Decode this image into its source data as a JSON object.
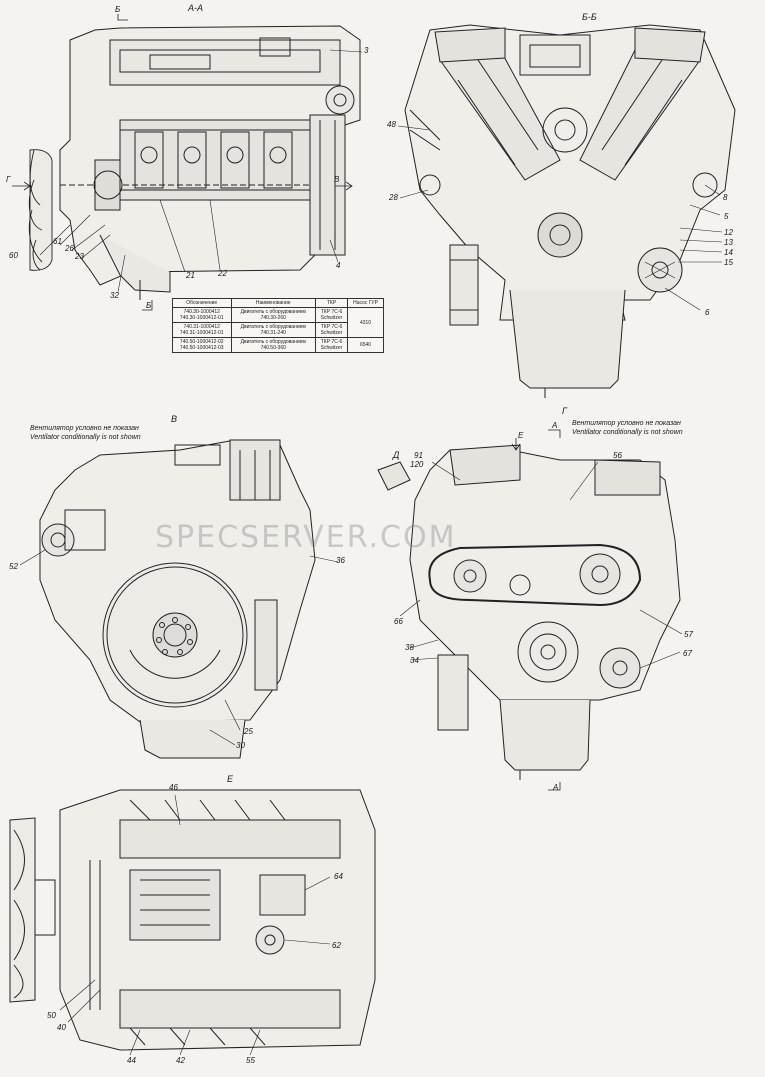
{
  "views": {
    "aa": {
      "title": "А-А"
    },
    "bb": {
      "title": "Б-Б"
    },
    "v": {
      "title": "В"
    },
    "g": {
      "title": "Г"
    },
    "e": {
      "title": "Е"
    },
    "d": {
      "title": "Д"
    }
  },
  "section_marks": {
    "b_top": "Б",
    "b_bottom": "Б",
    "g_left": "Г",
    "v_right": "В",
    "e_arrow": "Е",
    "a_top": "А",
    "a_bottom": "А"
  },
  "notes": {
    "fan_note_ru": "Вентилятор условно не показан",
    "fan_note_en": "Ventilator conditionally is not shown"
  },
  "callouts": {
    "c3": "3",
    "c60": "60",
    "c61": "61",
    "c26": "26",
    "c23": "23",
    "c32": "32",
    "c21": "21",
    "c22": "22",
    "c4": "4",
    "c48": "48",
    "c28": "28",
    "c8": "8",
    "c5": "5",
    "c12": "12",
    "c13": "13",
    "c14": "14",
    "c15": "15",
    "c6": "6",
    "c52": "52",
    "c36": "36",
    "c25": "25",
    "c30": "30",
    "c91": "91",
    "c120": "120",
    "c56": "56",
    "c66": "66",
    "c38": "38",
    "c34": "34",
    "c57": "57",
    "c67": "67",
    "c46": "46",
    "c64": "64",
    "c62": "62",
    "c50": "50",
    "c40": "40",
    "c44": "44",
    "c42": "42",
    "c55": "55"
  },
  "table": {
    "headers": [
      "Обозначение",
      "Наименование",
      "ТКР",
      "Насос ГУР"
    ],
    "rows": [
      [
        "740.30-1000412\n740.30-1000412-01",
        "Двигатель с оборудованием\n740.30-260",
        "ТКР 7С-6\nSchwitzer",
        "4310"
      ],
      [
        "740.31-1000412\n740.31-1000412-01",
        "Двигатель с оборудованием\n740.31-240",
        "ТКР 7С-6\nSchwitzer",
        ""
      ],
      [
        "740.50-1000412-02\n740.50-1000412-03",
        "Двигатель с оборудованием\n740.50-360",
        "ТКР 7С-6\nSchwitzer",
        "6540"
      ]
    ]
  },
  "watermark": "SPECSERVER.COM"
}
